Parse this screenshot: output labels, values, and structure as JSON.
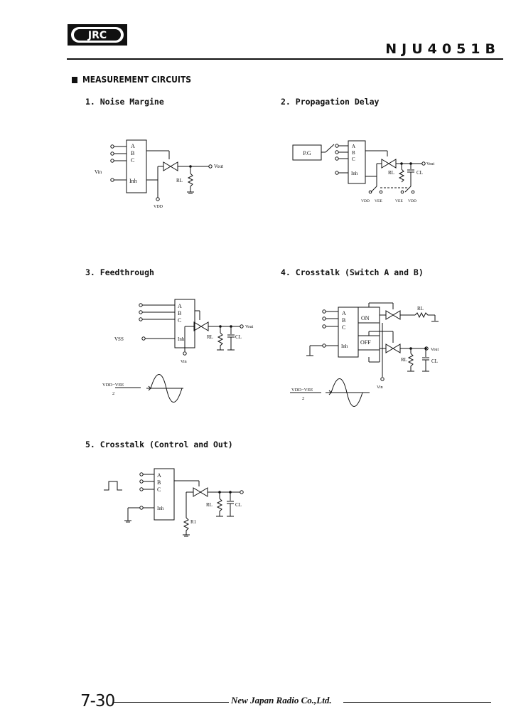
{
  "header": {
    "logo": "JRC",
    "part_number": "NJU4051B"
  },
  "section": {
    "title": "MEASUREMENT CIRCUITS"
  },
  "circuits": [
    {
      "caption": "1. Noise Margine",
      "labels": {
        "a": "A",
        "b": "B",
        "c": "C",
        "inh": "Inh",
        "vin": "Vin",
        "vout": "Vout",
        "rl": "RL",
        "vdd": "VDD"
      }
    },
    {
      "caption": "2. Propagation Delay",
      "labels": {
        "pg": "P.G",
        "a": "A",
        "b": "B",
        "c": "C",
        "inh": "Inh",
        "vout": "Vout",
        "rl": "RL",
        "cl": "CL",
        "sw1": "VDD",
        "sw2": "VEE",
        "sw3": "VEE",
        "sw4": "VDD"
      }
    },
    {
      "caption": "3. Feedthrough",
      "labels": {
        "a": "A",
        "b": "B",
        "c": "C",
        "inh": "Inh",
        "vss": "VSS",
        "vin": "Vin",
        "vout": "Vout",
        "rl": "RL",
        "cl": "CL",
        "frac_num": "VDD−VEE",
        "frac_den": "2"
      }
    },
    {
      "caption": "4. Crosstalk (Switch A and B)",
      "labels": {
        "a": "A",
        "b": "B",
        "c": "C",
        "inh": "Inh",
        "on": "ON",
        "off": "OFF",
        "rl_top": "RL",
        "vout": "Vout",
        "rl": "RL",
        "cl": "CL",
        "vin": "Vin",
        "frac_num": "VDD−VEE",
        "frac_den": "2"
      }
    },
    {
      "caption": "5. Crosstalk (Control and Out)",
      "labels": {
        "a": "A",
        "b": "B",
        "c": "C",
        "inh": "Inh",
        "rl": "RL",
        "cl": "CL",
        "r1": "R1"
      }
    }
  ],
  "footer": {
    "page": "7-30",
    "company": "New Japan Radio Co.,Ltd."
  }
}
